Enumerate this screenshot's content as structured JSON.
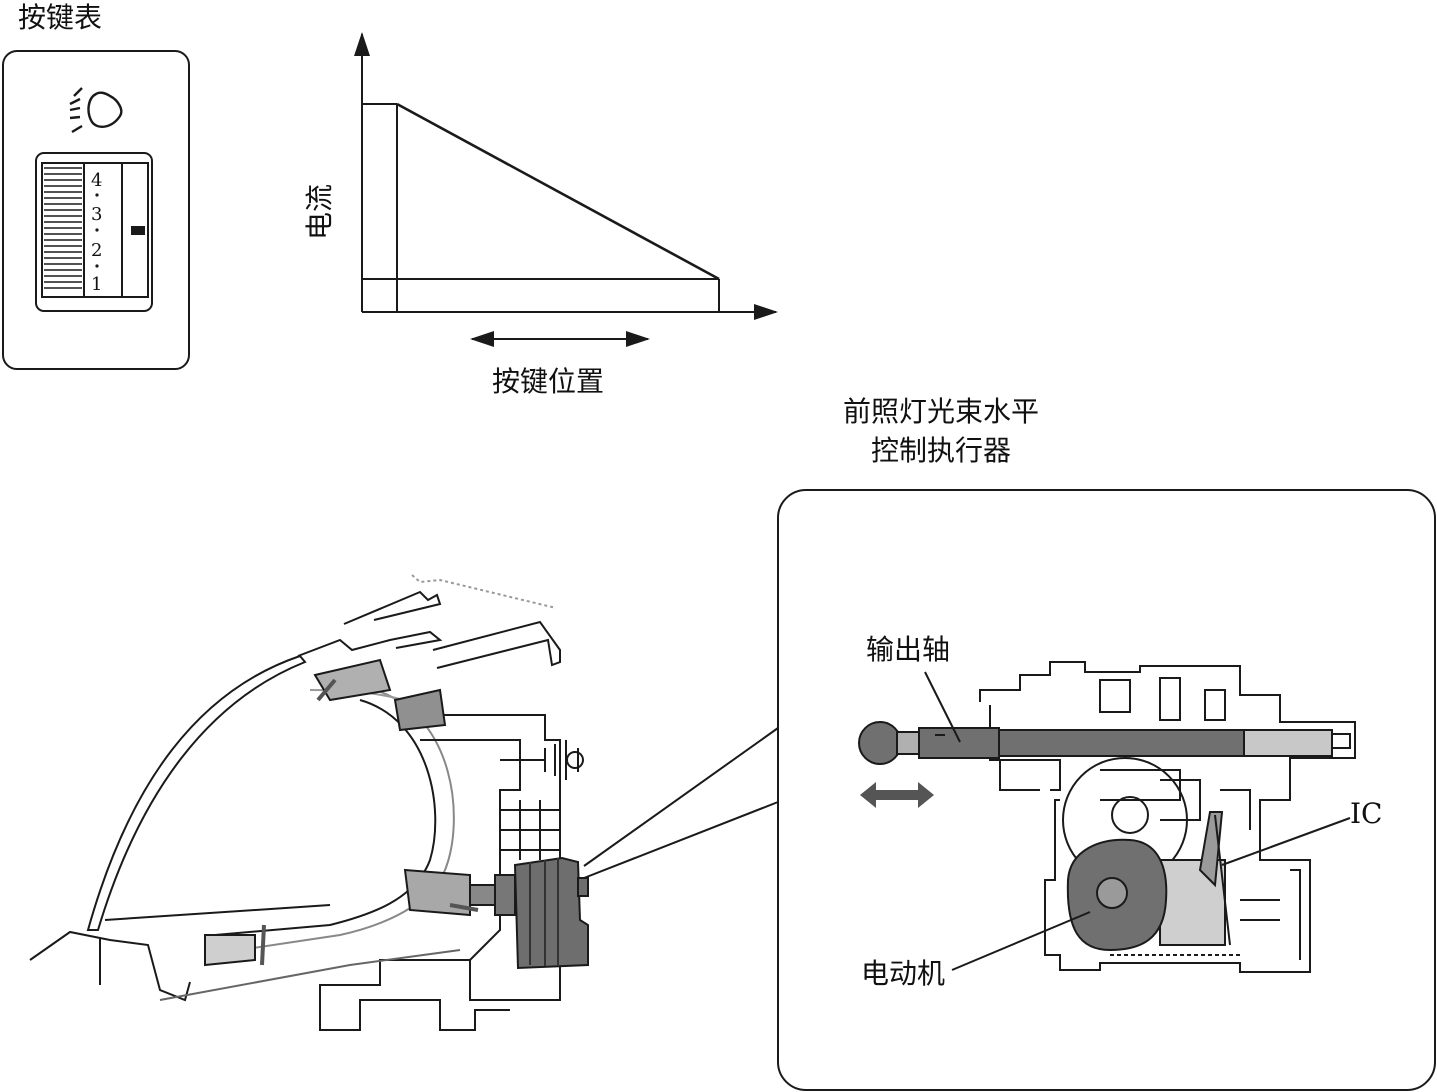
{
  "switch_panel": {
    "title": "按键表",
    "dial_numbers": [
      "4",
      "3",
      "2",
      "1"
    ]
  },
  "graph": {
    "ylabel": "电流",
    "xlabel": "按键位置"
  },
  "actuator": {
    "title_line1": "前照灯光束水平",
    "title_line2": "控制执行器",
    "output_shaft_label": "输出轴",
    "ic_label": "IC",
    "motor_label": "电动机"
  },
  "colors": {
    "line": "#1a1a1a",
    "part_gray": "#707070",
    "part_light": "#c8c8c8",
    "part_mid": "#9a9a9a"
  },
  "icons": [
    "headlamp-leveling-icon",
    "double-arrow-icon"
  ]
}
